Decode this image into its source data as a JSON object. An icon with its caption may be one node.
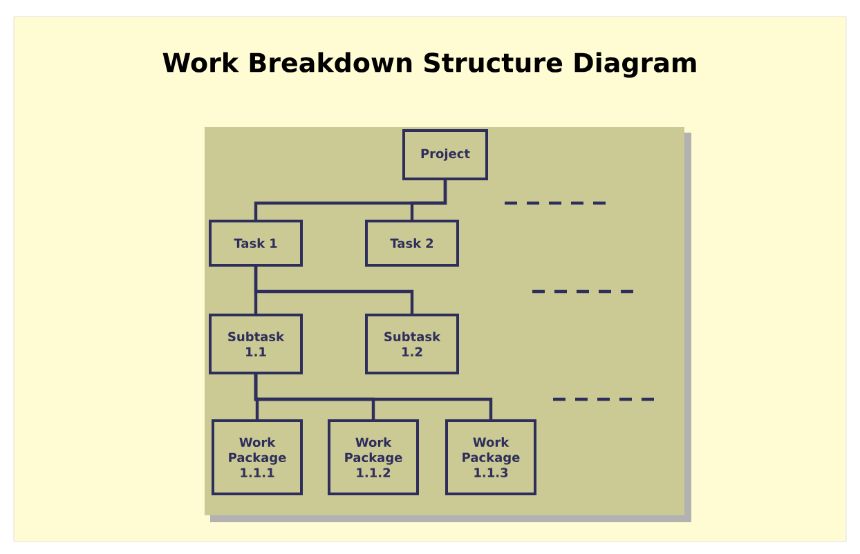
{
  "diagram": {
    "title": "Work Breakdown Structure Diagram",
    "nodes": [
      {
        "text": [
          "Project"
        ]
      },
      {
        "text": [
          "Task 1"
        ]
      },
      {
        "text": [
          "Task 2"
        ]
      },
      {
        "text": [
          "Subtask 1.1"
        ]
      },
      {
        "text": [
          "Subtask 1.2"
        ]
      },
      {
        "text": [
          "Work Package 1.1.1"
        ]
      },
      {
        "text": [
          "Work Package 1.1.2"
        ]
      },
      {
        "text": [
          "Work Package 1.1.3"
        ]
      }
    ],
    "edges": [
      {
        "from": 0,
        "to": 1,
        "arrow": "none"
      },
      {
        "from": 0,
        "to": 2,
        "arrow": "none"
      },
      {
        "from": 1,
        "to": 3,
        "arrow": "none"
      },
      {
        "from": 1,
        "to": 4,
        "arrow": "none"
      },
      {
        "from": 3,
        "to": 5,
        "arrow": "none"
      },
      {
        "from": 3,
        "to": 6,
        "arrow": "none"
      },
      {
        "from": 3,
        "to": 7,
        "arrow": "none"
      }
    ]
  }
}
